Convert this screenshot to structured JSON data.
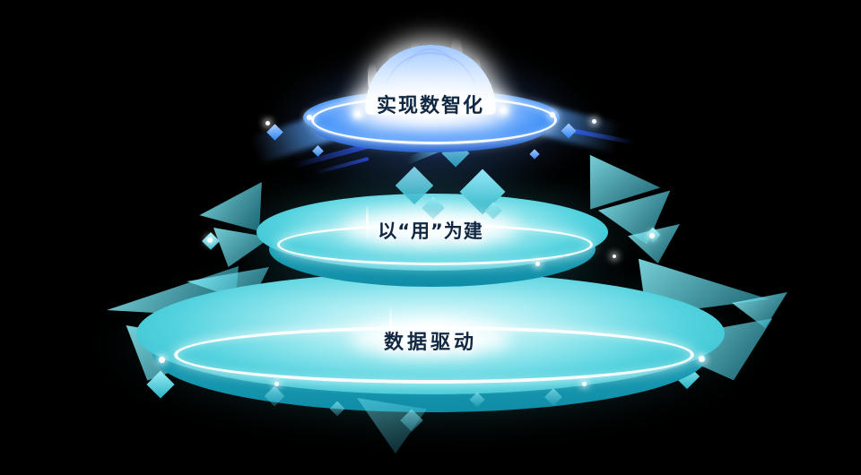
{
  "diagram": {
    "type": "layered-platform-pyramid",
    "tiers": [
      {
        "id": "top",
        "label": "实现数智化",
        "accent_color": "#2e86f7"
      },
      {
        "id": "middle",
        "label": "以“用”为建",
        "accent_color": "#3fc9d9"
      },
      {
        "id": "bottom",
        "label": "数据驱动",
        "accent_color": "#2ab5c8"
      }
    ]
  },
  "colors": {
    "background": "#000000",
    "blue_accent": "#2e86f7",
    "teal_accent": "#3fc9d9",
    "ring_white": "#ffffff",
    "label_text": "#102742"
  }
}
